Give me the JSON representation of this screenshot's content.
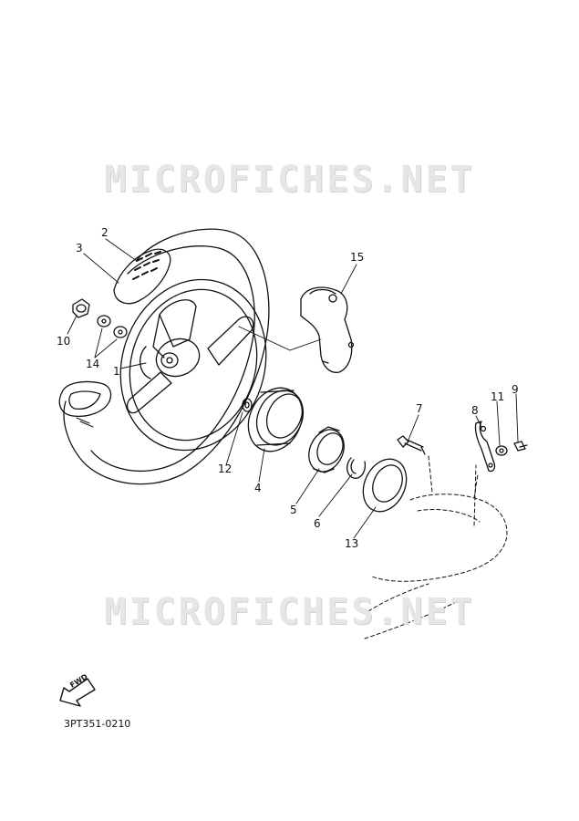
{
  "watermark": {
    "text": "MICROFICHES.NET"
  },
  "callouts": {
    "p1": "1",
    "p2": "2",
    "p3": "3",
    "p4": "4",
    "p5": "5",
    "p6": "6",
    "p7": "7",
    "p8": "8",
    "p9": "9",
    "p10": "10",
    "p11": "11",
    "p12": "12",
    "p13": "13",
    "p14": "14",
    "p15": "15"
  },
  "fwd_label": "FWD",
  "reference_code": "3PT351-0210"
}
